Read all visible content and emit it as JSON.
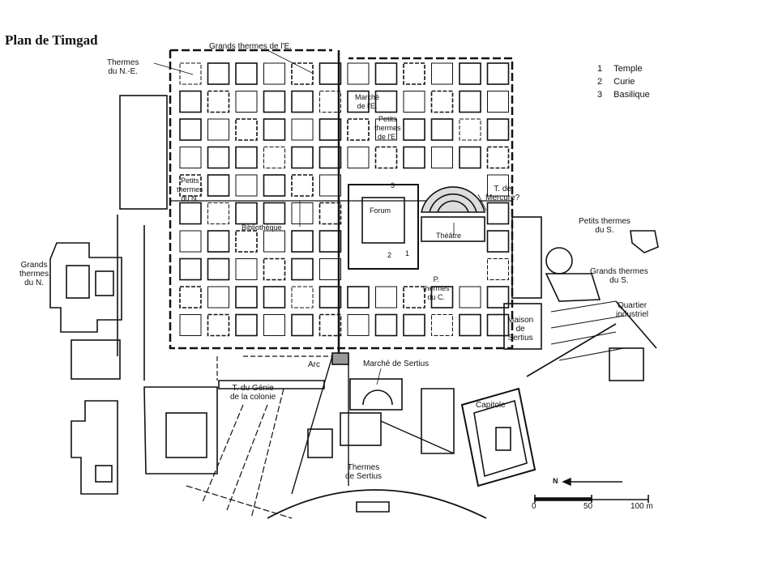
{
  "title": "Plan de Timgad",
  "legend": [
    {
      "num": "1",
      "label": "Temple"
    },
    {
      "num": "2",
      "label": "Curie"
    },
    {
      "num": "3",
      "label": "Basilique"
    }
  ],
  "labels": {
    "grands_thermes_e": "Grands thermes de l'E.",
    "thermes_ne": "Thermes\ndu N.-E.",
    "marche_e": "Marché\nde l'E.",
    "petits_thermes_e": "Petits\nthermes\nde l'E.",
    "petits_thermes_n": "Petits\nthermes\ndu N.",
    "bibliotheque": "Bibliothèque",
    "forum": "Forum",
    "t_mercure": "T. de\nMercure?",
    "theatre": "Théâtre",
    "petits_thermes_s": "Petits thermes\ndu S.",
    "grands_thermes_s": "Grands thermes\ndu S.",
    "grands_thermes_n": "Grands\nthermes\ndu N.",
    "p_thermes_c": "P.\nthermes\ndu C.",
    "quartier_industriel": "Quartier\nindustriel",
    "maison_sertius": "Maison\nde\nSertius",
    "arc": "Arc",
    "marche_sertius": "Marché de Sertius",
    "t_genie": "T. du Génie\nde la colonie",
    "capitole": "Capitole",
    "thermes_sertius": "Thermes\nde Sertius",
    "num_1": "1",
    "num_2": "2",
    "num_3": "3"
  },
  "scale": {
    "ticks": [
      "0",
      "50",
      "100 m"
    ]
  },
  "north": "N"
}
